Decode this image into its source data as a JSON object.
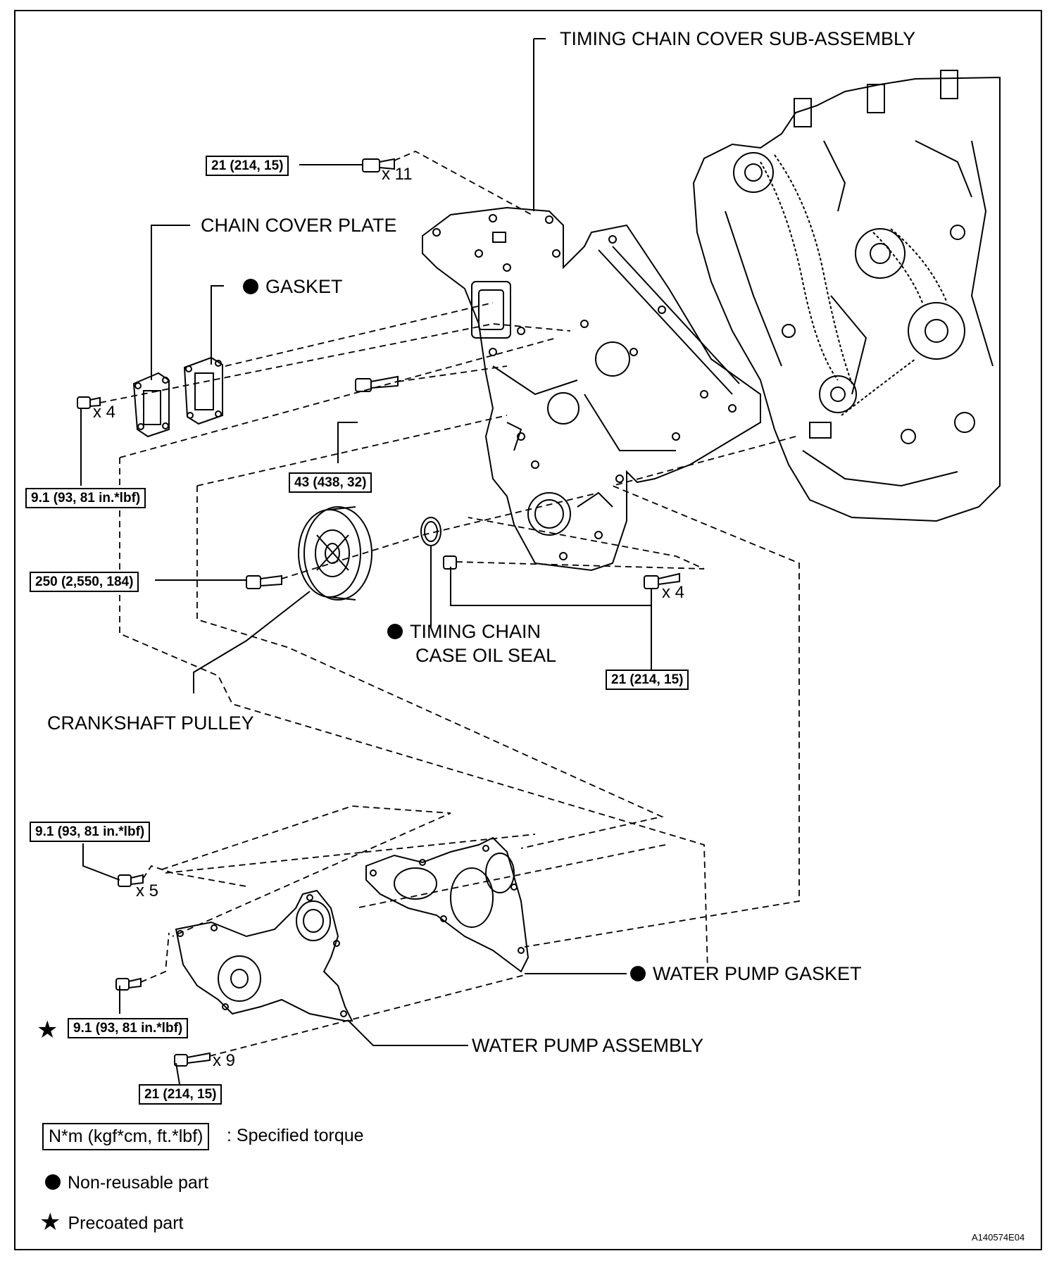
{
  "labels": {
    "timing_chain_cover": "TIMING CHAIN COVER SUB-ASSEMBLY",
    "chain_cover_plate": "CHAIN COVER PLATE",
    "gasket": "GASKET",
    "timing_chain_seal_1": "TIMING CHAIN",
    "timing_chain_seal_2": "CASE OIL SEAL",
    "crankshaft_pulley": "CRANKSHAFT PULLEY",
    "water_pump_gasket": "WATER PUMP GASKET",
    "water_pump_assembly": "WATER PUMP ASSEMBLY"
  },
  "torques": {
    "t1": "21 (214, 15)",
    "t2": "9.1 (93, 81 in.*lbf)",
    "t3": "43 (438, 32)",
    "t4": "250 (2,550, 184)",
    "t5": "21 (214, 15)",
    "t6": "9.1 (93, 81 in.*lbf)",
    "t7": "9.1 (93, 81 in.*lbf)",
    "t8": "21 (214, 15)"
  },
  "quantities": {
    "q11": "x 11",
    "q4a": "x 4",
    "q4b": "x 4",
    "q5": "x 5",
    "q9": "x 9"
  },
  "legend": {
    "unit_box": "N*m (kgf*cm, ft.*lbf)",
    "unit_text": ": Specified torque",
    "nonreusable": "Non-reusable part",
    "precoated": "Precoated part"
  },
  "figure_id": "A140574E04"
}
